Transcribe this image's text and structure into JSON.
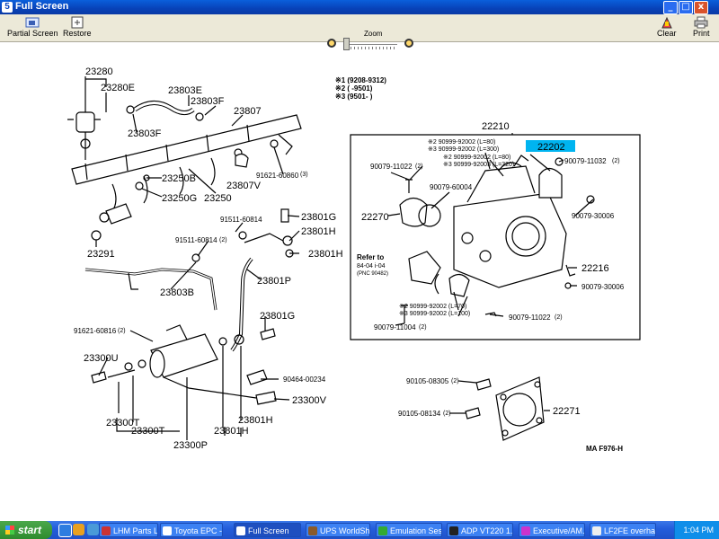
{
  "window": {
    "title": "Full Screen",
    "app_icon": "5",
    "controls": [
      "_",
      "□",
      "x"
    ]
  },
  "toolbar": {
    "partial_screen_label": "Partial Screen",
    "restore_label": "Restore",
    "zoom_label": "Zoom",
    "clear_label": "Clear",
    "print_label": "Print"
  },
  "diagram": {
    "labels": {
      "p23280": "23280",
      "p23280E": "23280E",
      "p23803E": "23803E",
      "p23803F_a": "23803F",
      "p23803F_b": "23803F",
      "p23807": "23807",
      "p23250B": "23250B",
      "p23250G": "23250G",
      "p23250": "23250",
      "p23807V": "23807V",
      "p91621_60860": "91621-60860",
      "p91621_60860_ref": "(3)",
      "p23801G_a": "23801G",
      "p91511_60814_a": "91511-60814",
      "p23801H_a": "23801H",
      "p91511_60814_b": "91511-60814",
      "p91511_60814_b_ref": "(2)",
      "p23801H_b": "23801H",
      "p23291": "23291",
      "p23803B": "23803B",
      "p23801P": "23801P",
      "p91621_60816": "91621-60816",
      "p91621_60816_ref": "(2)",
      "p23801G_b": "23801G",
      "p23300U": "23300U",
      "p90464_00234": "90464-00234",
      "p23300V": "23300V",
      "p23300T_a": "23300T",
      "p23300T_b": "23300T",
      "p23801H_c": "23801H",
      "p23801H_d": "23801H",
      "p23300P": "23300P",
      "legend_1": "※1 (9208-9312)",
      "legend_2": "※2 (      -9501)",
      "legend_3": "※3 (9501-      )",
      "p22210": "22210",
      "p90999_92002_l80": "※2 90999-92002 (L=80)",
      "p90999_92002_l300": "※3 90999-92002 (L=300)",
      "p22202": "22202",
      "p90079_11022_a": "90079-11022",
      "p90079_11022_a_ref": "(2)",
      "p90999_92002_l80b": "※2 90999-92002 (L=80)",
      "p90999_92003_l320": "※3 90999-92003 (L=320)",
      "p90079_11032": "90079-11032",
      "p90079_11032_ref": "(2)",
      "p90079_60004": "90079-60004",
      "p22270": "22270",
      "p90079_30006_a": "90079-30006",
      "refer_to": "Refer to",
      "refer_fig": "84-04   i-04",
      "refer_pnc": "(PNC 90482)",
      "p22216": "22216",
      "p90079_30006_b": "90079-30006",
      "p90999_92002_l70": "※2 90999-92002 (L=70)",
      "p90999_92002_l100": "※3 90999-92002 (L=100)",
      "p90079_11022_b": "90079-11022",
      "p90079_11022_b_ref": "(2)",
      "p90079_11004": "90079-11004",
      "p90079_11004_ref": "(2)",
      "p90105_08305": "90105-08305",
      "p90105_08305_ref": "(2)",
      "p90105_08134": "90105-08134",
      "p90105_08134_ref": "(2)",
      "p22271": "22271",
      "fig_code": "MA F976-H"
    },
    "highlight_color": "#00b4f0"
  },
  "taskbar": {
    "start_label": "start",
    "tasks": [
      "LHM Parts Loc...",
      "Toyota EPC - ...",
      "Full Screen",
      "UPS WorldShip...",
      "Emulation Sess...",
      "ADP VT220 1...",
      "Executive/AM...",
      "LF2FE overha..."
    ],
    "clock": "1:04 PM"
  }
}
